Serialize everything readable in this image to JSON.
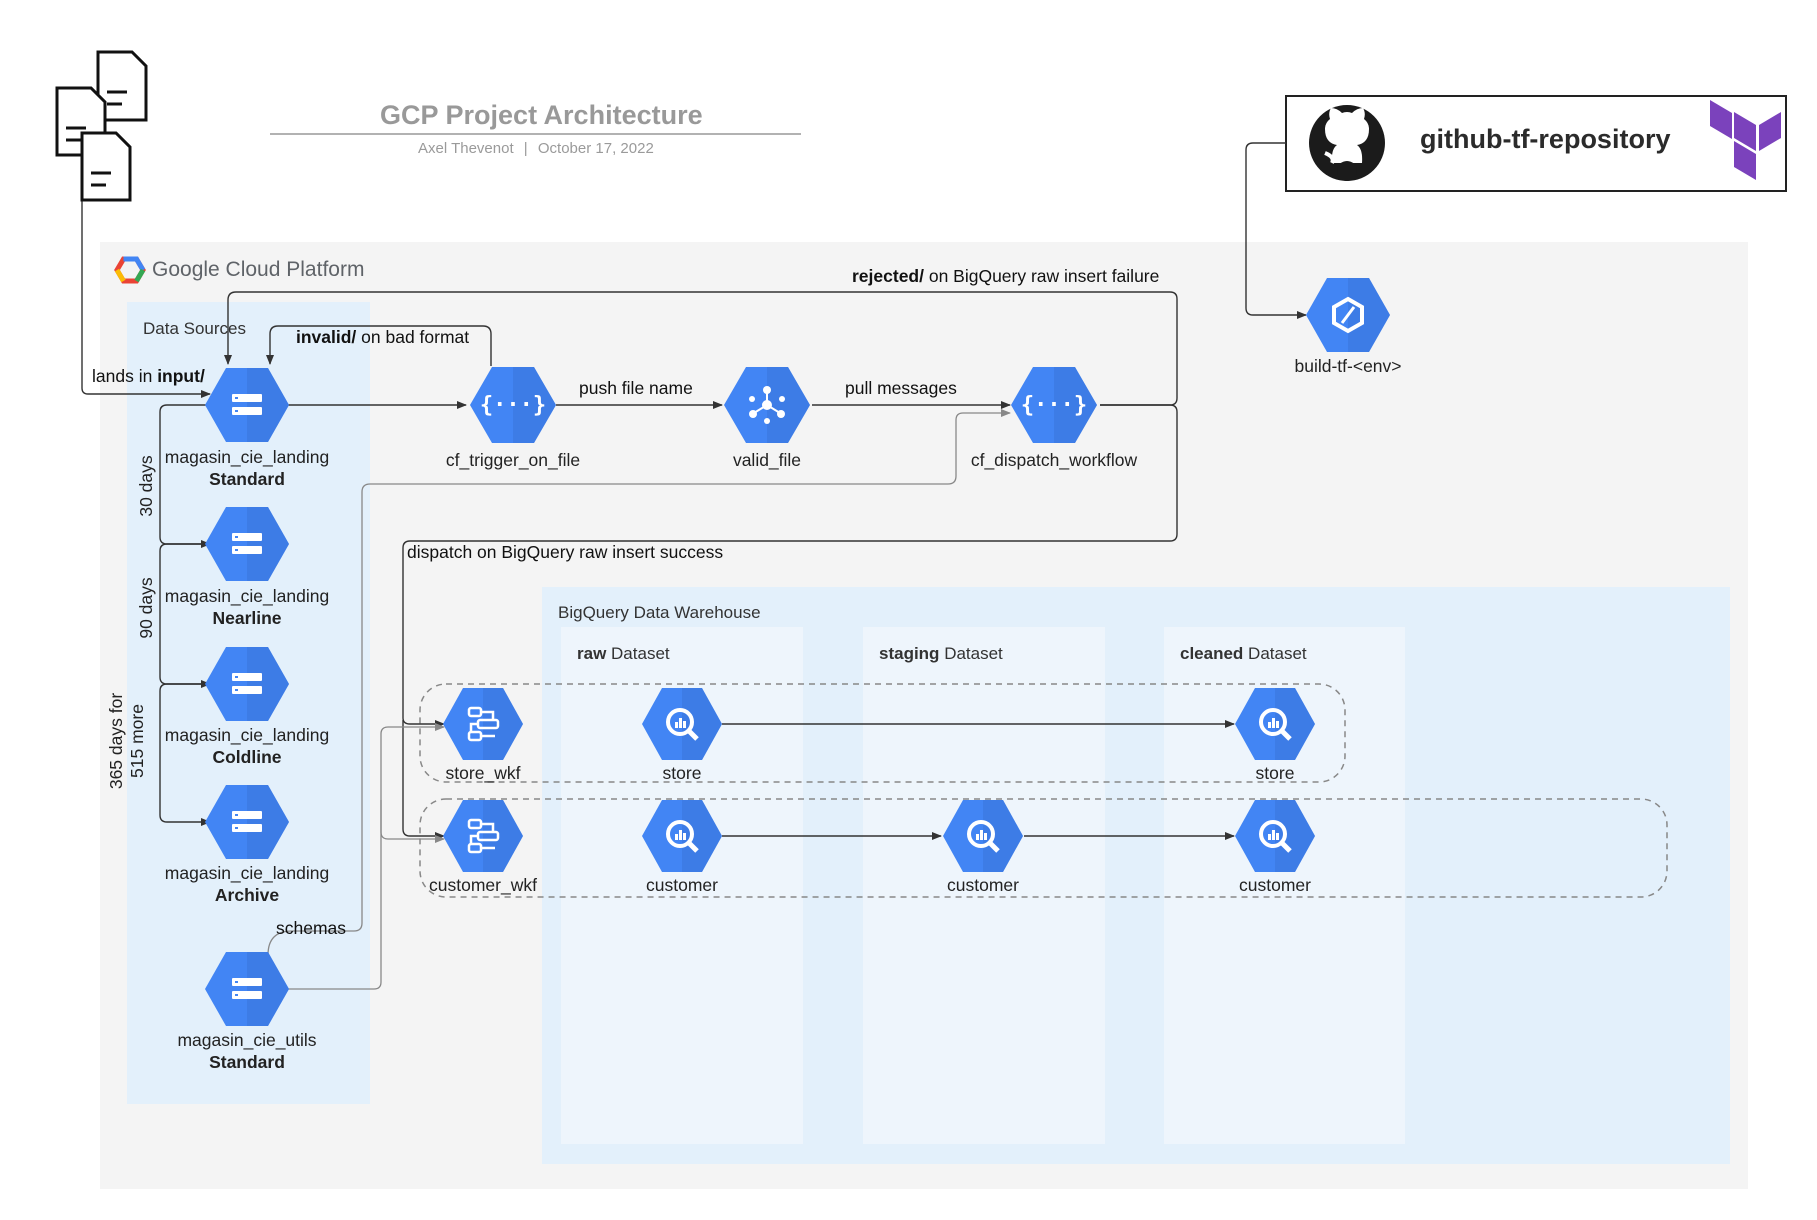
{
  "header": {
    "title": "GCP Project Architecture",
    "author": "Axel Thevenot",
    "date": "October 17, 2022",
    "separator": "|"
  },
  "repository": {
    "title": "github-tf-repository",
    "github_icon": "github-icon",
    "terraform_icon": "terraform-icon"
  },
  "platform": {
    "name": "Google Cloud Platform",
    "logo_icon": "gcp-logo-icon"
  },
  "groups": {
    "data_sources": "Data Sources",
    "bigquery_dw": "BigQuery Data Warehouse",
    "raw": {
      "bold": "raw",
      "rest": "Dataset"
    },
    "staging": {
      "bold": "staging",
      "rest": "Dataset"
    },
    "cleaned": {
      "bold": "cleaned",
      "rest": "Dataset"
    }
  },
  "nodes": {
    "landing_standard": {
      "name": "magasin_cie_landing",
      "tier": "Standard",
      "icon": "cloud-storage-icon"
    },
    "landing_nearline": {
      "name": "magasin_cie_landing",
      "tier": "Nearline",
      "icon": "cloud-storage-icon"
    },
    "landing_coldline": {
      "name": "magasin_cie_landing",
      "tier": "Coldline",
      "icon": "cloud-storage-icon"
    },
    "landing_archive": {
      "name": "magasin_cie_landing",
      "tier": "Archive",
      "icon": "cloud-storage-icon"
    },
    "utils_standard": {
      "name": "magasin_cie_utils",
      "tier": "Standard",
      "icon": "cloud-storage-icon"
    },
    "cf_trigger": {
      "name": "cf_trigger_on_file",
      "icon": "cloud-functions-icon"
    },
    "valid_file": {
      "name": "valid_file",
      "icon": "pubsub-icon"
    },
    "cf_dispatch": {
      "name": "cf_dispatch_workflow",
      "icon": "cloud-functions-icon"
    },
    "build_tf": {
      "name": "build-tf-<env>",
      "icon": "cloud-build-icon"
    },
    "store_wkf": {
      "name": "store_wkf",
      "icon": "workflows-icon"
    },
    "customer_wkf": {
      "name": "customer_wkf",
      "icon": "workflows-icon"
    },
    "raw_store": {
      "name": "store",
      "icon": "bigquery-icon"
    },
    "raw_customer": {
      "name": "customer",
      "icon": "bigquery-icon"
    },
    "staging_customer": {
      "name": "customer",
      "icon": "bigquery-icon"
    },
    "cleaned_store": {
      "name": "store",
      "icon": "bigquery-icon"
    },
    "cleaned_customer": {
      "name": "customer",
      "icon": "bigquery-icon"
    }
  },
  "edges": {
    "lands_in": {
      "pre": "lands in ",
      "bold": "input/"
    },
    "invalid": {
      "bold": "invalid/",
      "post": " on bad format"
    },
    "rejected": {
      "bold": "rejected/",
      "post": " on BigQuery raw insert failure"
    },
    "push_file_name": "push file name",
    "pull_messages": "pull messages",
    "dispatch_success": "dispatch on BigQuery raw insert success",
    "schemas": "schemas",
    "days_30": "30 days",
    "days_90": "90 days",
    "days_365": "365 days for",
    "days_515": "515 more"
  },
  "colors": {
    "gcp_blue": "#4285f4",
    "gcp_blue_dark": "#3a74db",
    "panel_gray": "#f4f4f4",
    "group_blue": "#e3f0fb",
    "dataset_blue": "#eef5fc",
    "terraform_purple": "#7b42bc"
  }
}
